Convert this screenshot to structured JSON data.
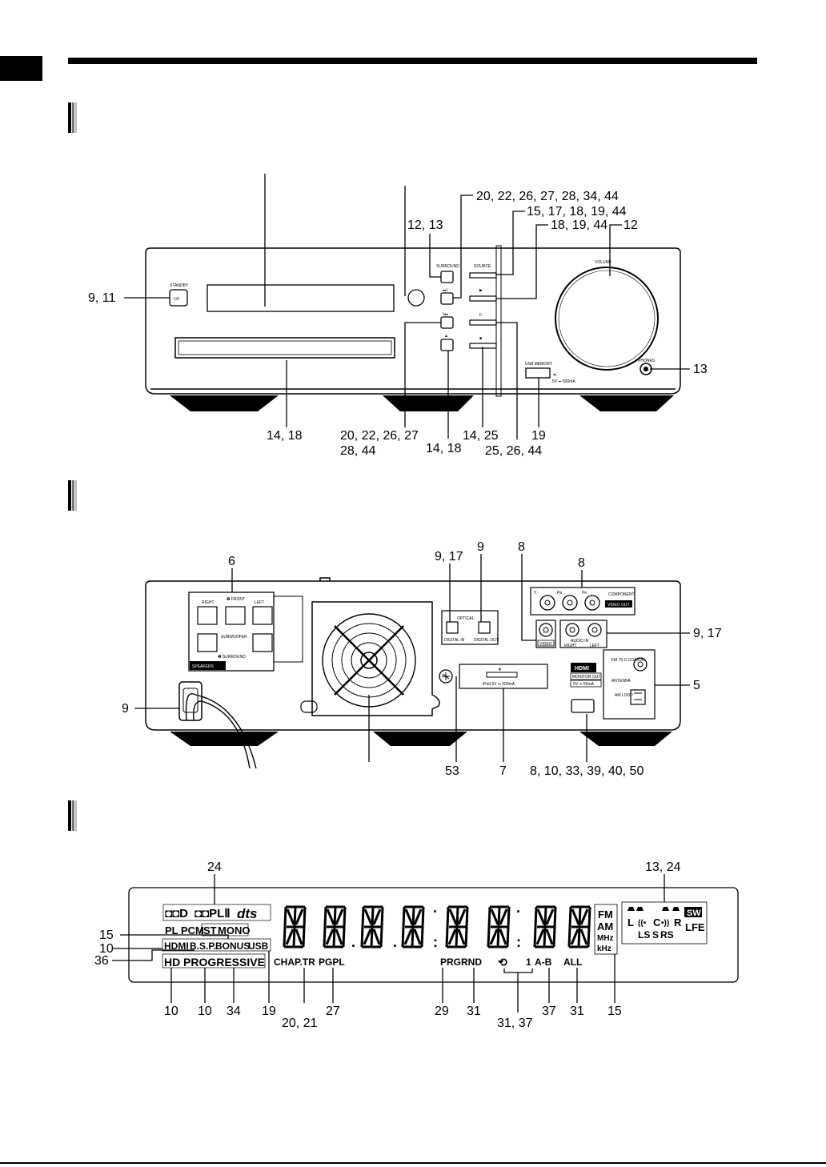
{
  "front": {
    "labels": {
      "top_a": "20, 22, 26, 27, 28, 34, 44",
      "top_b": "15, 17, 18, 19, 44",
      "top_c": "18, 19, 44",
      "top_d": "12",
      "top_e": "12, 13",
      "left": "9, 11",
      "right": "13",
      "b1": "14, 18",
      "b2a": "20, 22, 26, 27",
      "b2b": "28, 44",
      "b3": "14, 18",
      "b4": "14, 25",
      "b5": "19",
      "b6": "25, 26, 44"
    },
    "panel_text": {
      "standby": "STANDBY",
      "standby_sym": "⏻/I",
      "surround": "SURROUND",
      "source": "SOURCE",
      "volume": "VOLUME",
      "phones": "PHONES",
      "usb": "USB MEMORY",
      "usb_rating": "5V ⎓ 500mA"
    }
  },
  "rear": {
    "labels": {
      "l6": "6",
      "l917a": "9, 17",
      "l9a": "9",
      "l8a": "8",
      "l8b": "8",
      "l917b": "9, 17",
      "l9b": "9",
      "l5": "5",
      "l53": "53",
      "l7": "7",
      "l8list": "8, 10, 33, 39, 40, 50"
    },
    "panel_text": {
      "speakers": "SPEAKERS",
      "front": "❶ FRONT",
      "right": "RIGHT",
      "left": "LEFT",
      "subwoofer": "SUBWOOFER",
      "surround": "❷ SURROUND",
      "optical": "OPTICAL",
      "digital_in": "DIGITAL IN",
      "digital_out": "DIGITAL OUT",
      "component": "COMPONENT",
      "video_out": "VIDEO OUT",
      "video": "VIDEO",
      "audio_in": "AUDIO IN",
      "y": "Y",
      "pb": "Pʙ",
      "pr": "Pʀ",
      "ipod": "iPod  5V ⎓ 500mA",
      "hdmi": "HDMI",
      "monitor_out": "MONITOR OUT",
      "hdmi_rating": "5V ⎓ 55mA",
      "fm": "FM 75 Ω COAXIAL",
      "antenna": "ANTENNA",
      "am": "AM LOOP"
    }
  },
  "display": {
    "labels": {
      "t24": "24",
      "t1324": "13, 24",
      "l15": "15",
      "l10": "10",
      "l36": "36",
      "b10a": "10",
      "b10b": "10",
      "b34": "34",
      "b19": "19",
      "b2021": "20, 21",
      "b27": "27",
      "b29": "29",
      "b31a": "31",
      "b3137": "31, 37",
      "b37": "37",
      "b31b": "31",
      "b15": "15"
    },
    "indicators": {
      "dd": "◘◘D",
      "ddpl": "◘◘PLⅡ",
      "dts": "dts",
      "pl": "PL",
      "pcm": "PCM",
      "st": "ST",
      "mono": "MONO",
      "hdmi": "HDMI",
      "bsp": "B.S.P.",
      "bonus": "BONUS",
      "usb": "USB",
      "hd": "HD",
      "progressive": "PROGRESSIVE",
      "chaptr": "CHAP.TR",
      "pgpl": "PGPL",
      "prg": "PRG",
      "rnd": "RND",
      "repeat_icon": "⟲",
      "one": "1",
      "ab": "A-B",
      "all": "ALL",
      "fm": "FM",
      "am": "AM",
      "mhz": "MHz",
      "khz": "kHz",
      "sw": "SW",
      "lfe": "LFE",
      "l": "L",
      "c": "C",
      "r": "R",
      "ls": "LS",
      "s": "S",
      "rs": "RS"
    }
  }
}
